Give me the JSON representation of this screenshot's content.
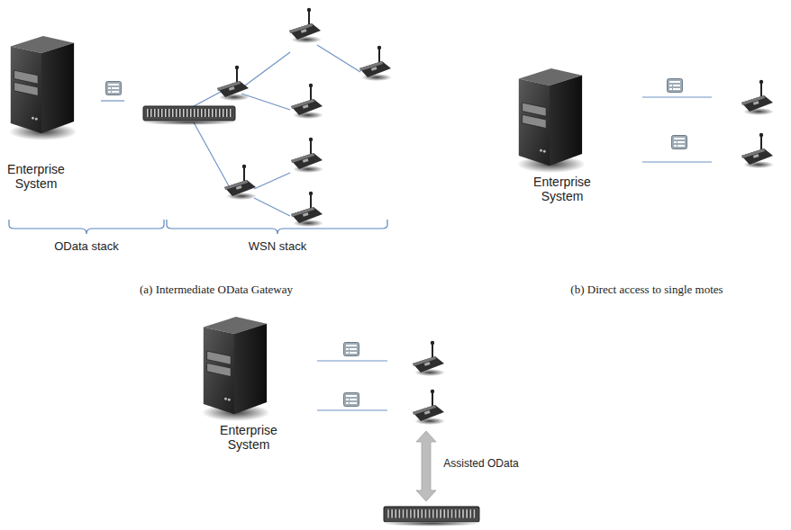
{
  "diagram": {
    "nodes": [
      {
        "text": [
          "Enterprise System"
        ]
      },
      {
        "text": [
          "Enterprise System"
        ]
      },
      {
        "text": [
          "Enterprise System"
        ]
      }
    ],
    "labels": [
      "OData stack",
      "WSN stack",
      "(a) Intermediate OData Gateway",
      "(b) Direct access to single motes",
      "Assisted OData"
    ]
  }
}
